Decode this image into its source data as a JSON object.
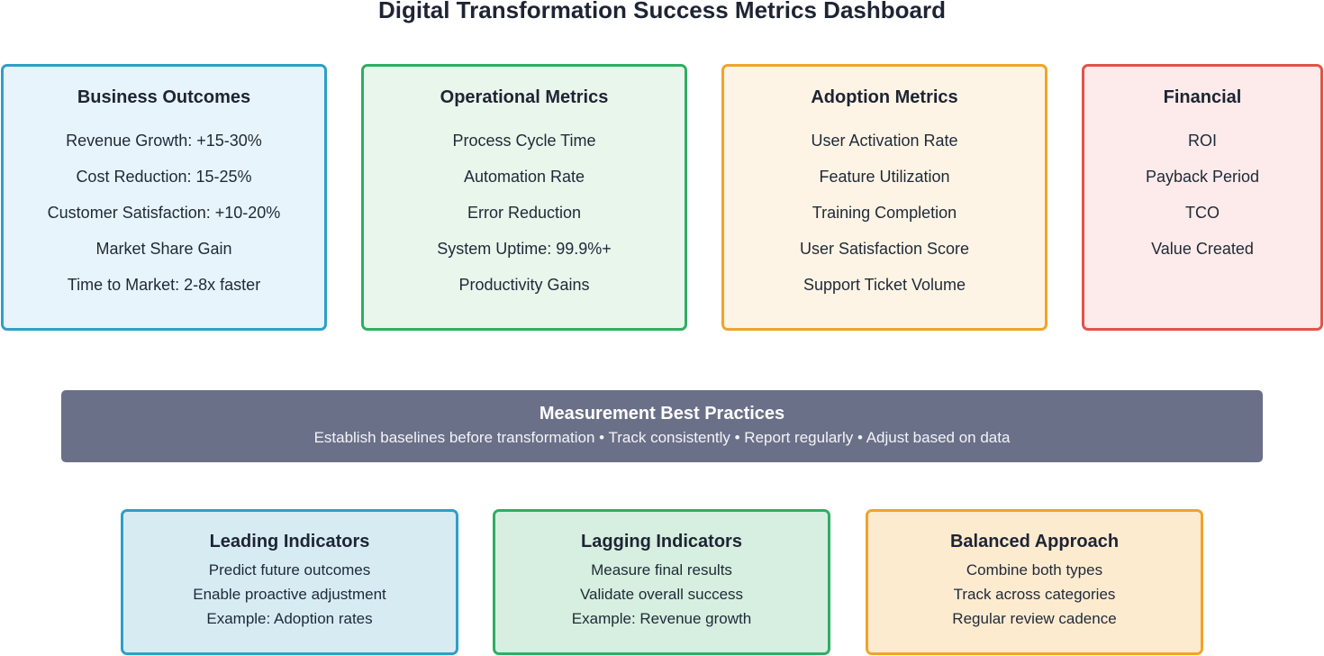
{
  "title": "Digital Transformation Success Metrics Dashboard",
  "top_cards": [
    {
      "title": "Business Outcomes",
      "items": [
        "Revenue Growth: +15-30%",
        "Cost Reduction: 15-25%",
        "Customer Satisfaction: +10-20%",
        "Market Share Gain",
        "Time to Market: 2-8x faster"
      ],
      "color": "#2e9fc9"
    },
    {
      "title": "Operational Metrics",
      "items": [
        "Process Cycle Time",
        "Automation Rate",
        "Error Reduction",
        "System Uptime: 99.9%+",
        "Productivity Gains"
      ],
      "color": "#2fae63"
    },
    {
      "title": "Adoption Metrics",
      "items": [
        "User Activation Rate",
        "Feature Utilization",
        "Training Completion",
        "User Satisfaction Score",
        "Support Ticket Volume"
      ],
      "color": "#f0a42a"
    },
    {
      "title": "Financial",
      "items": [
        "ROI",
        "Payback Period",
        "TCO",
        "Value Created"
      ],
      "color": "#e2534a"
    }
  ],
  "banner": {
    "title": "Measurement Best Practices",
    "text": "Establish baselines before transformation • Track consistently • Report regularly • Adjust based on data",
    "color": "#6b7089"
  },
  "bottom_cards": [
    {
      "title": "Leading Indicators",
      "items": [
        "Predict future outcomes",
        "Enable proactive adjustment",
        "Example: Adoption rates"
      ],
      "color": "#2e9fc9"
    },
    {
      "title": "Lagging Indicators",
      "items": [
        "Measure final results",
        "Validate overall success",
        "Example: Revenue growth"
      ],
      "color": "#2fae63"
    },
    {
      "title": "Balanced Approach",
      "items": [
        "Combine both types",
        "Track across categories",
        "Regular review cadence"
      ],
      "color": "#f0a42a"
    }
  ]
}
